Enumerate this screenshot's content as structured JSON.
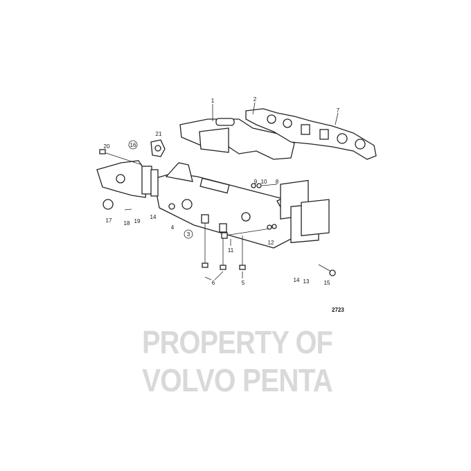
{
  "diagram_number": "2723",
  "watermark": [
    "PROPERTY OF",
    "VOLVO PENTA"
  ],
  "callouts": [
    "1",
    "2",
    "7",
    "21",
    "20",
    "16",
    "9",
    "10",
    "8",
    "17",
    "18",
    "19",
    "14",
    "4",
    "3",
    "11",
    "12",
    "6",
    "5",
    "14",
    "13",
    "15"
  ]
}
